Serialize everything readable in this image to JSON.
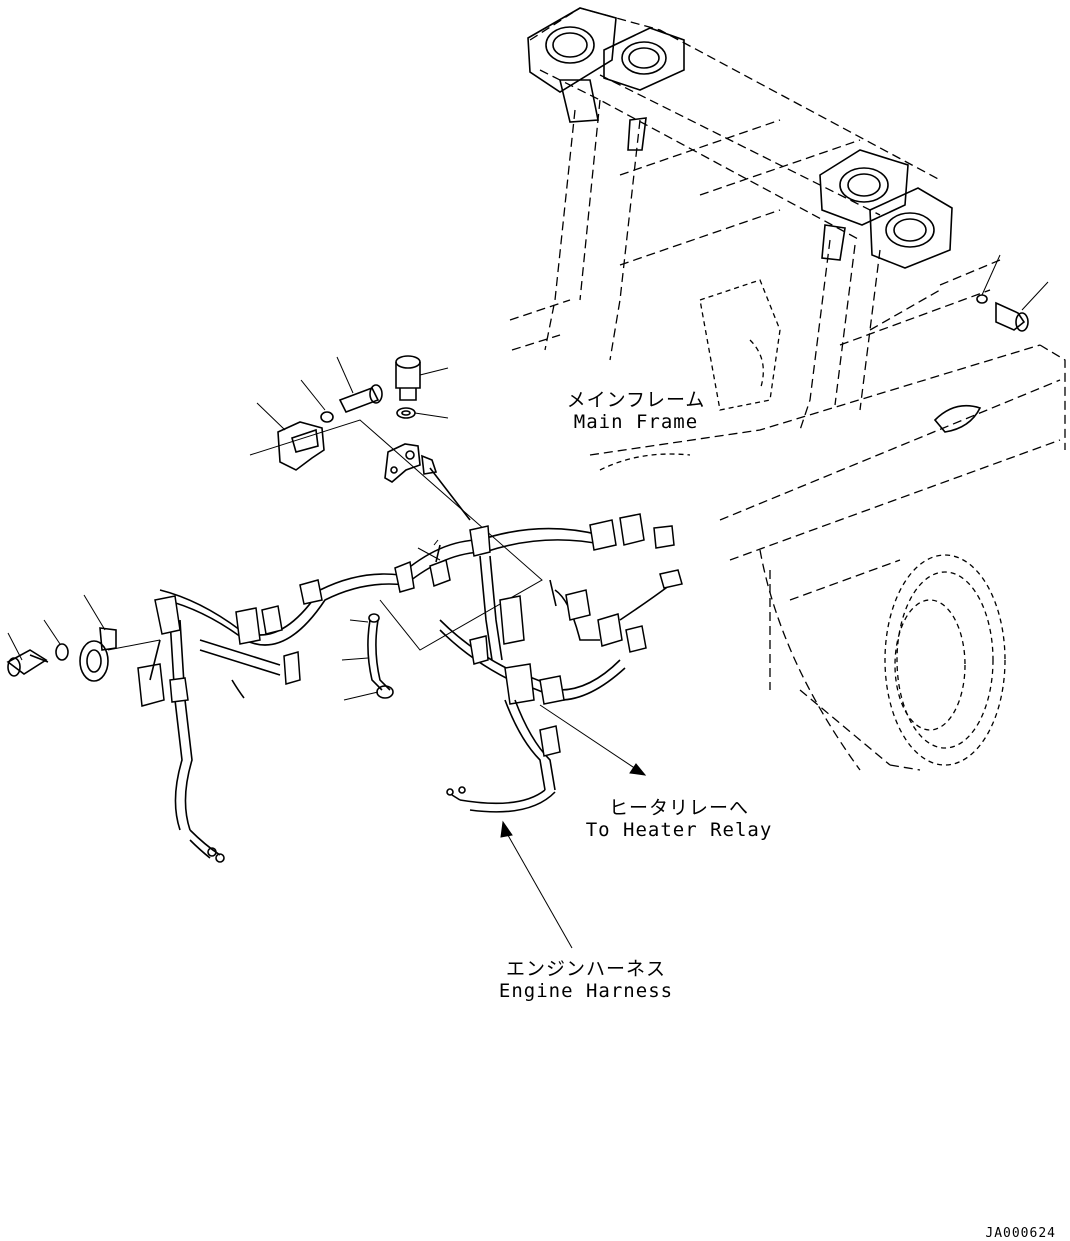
{
  "labels": {
    "main_frame_jp": "メインフレーム",
    "main_frame_en": "Main Frame",
    "heater_relay_jp": "ヒータリレーへ",
    "heater_relay_en": "To Heater Relay",
    "engine_harness_jp": "エンジンハーネス",
    "engine_harness_en": "Engine Harness"
  },
  "drawing_code": "JA000624",
  "colors": {
    "line": "#000000",
    "background": "#ffffff"
  }
}
